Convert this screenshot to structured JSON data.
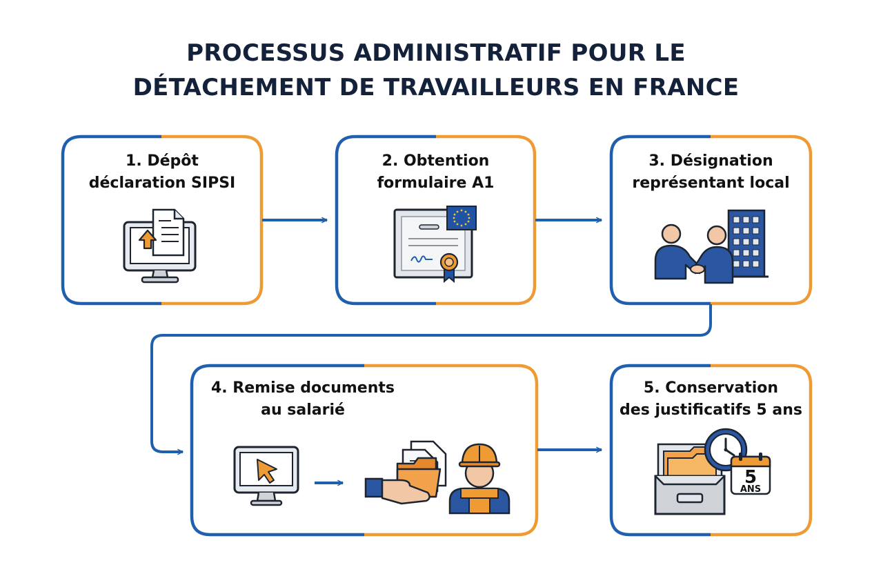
{
  "title": {
    "line1": "PROCESSUS ADMINISTRATIF POUR LE",
    "line2": "DÉTACHEMENT DE TRAVAILLEURS EN FRANCE"
  },
  "steps": [
    {
      "line1": "1. Dépôt",
      "line2": "déclaration SIPSI",
      "icon": "computer-upload-document-icon"
    },
    {
      "line1": "2. Obtention",
      "line2": "formulaire A1",
      "icon": "eu-certificate-icon"
    },
    {
      "line1": "3. Désignation",
      "line2": "représentant local",
      "icon": "handshake-building-icon"
    },
    {
      "line1": "4. Remise documents",
      "line2": "au salarié",
      "icon": "computer-folder-worker-icon"
    },
    {
      "line1": "5. Conservation",
      "line2": "des justificatifs 5 ans",
      "icon": "archive-clock-calendar-icon"
    }
  ],
  "calendar": {
    "number": "5",
    "unit": "ANS"
  },
  "colors": {
    "blue": "#1f5fad",
    "orange": "#ee9a35",
    "dark_text": "#14213a",
    "navy_icon": "#2b56a2",
    "grey_icon": "#cfd3d8"
  }
}
